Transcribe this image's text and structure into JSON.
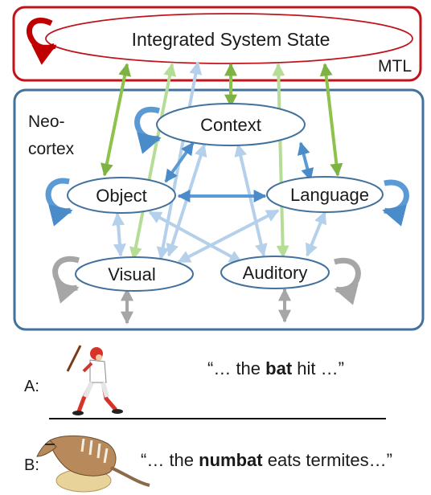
{
  "mtl": {
    "label": "MTL",
    "node": "Integrated System State"
  },
  "neocortex": {
    "label_line1": "Neo-",
    "label_line2": "cortex",
    "nodes": {
      "context": "Context",
      "object": "Object",
      "language": "Language",
      "visual": "Visual",
      "auditory": "Auditory"
    }
  },
  "examples": {
    "a": {
      "marker": "A:",
      "quote_before": "“… the ",
      "quote_bold": "bat",
      "quote_after": " hit …”",
      "picture": "baseball-player-illustration"
    },
    "b": {
      "marker": "B:",
      "quote_before": "“… the ",
      "quote_bold": "numbat",
      "quote_after": " eats termites…”",
      "picture": "numbat-illustration"
    }
  },
  "colors": {
    "mtl_border": "#c0141c",
    "neocortex_border": "#41719c",
    "node_outline": "#41719c",
    "green_arrow": "#8dc34a",
    "light_green_arrow": "#b5dd96",
    "blue_arrow": "#5b9bd5",
    "light_blue_arrow": "#b4d0ea",
    "gray_arrow": "#a6a6a6",
    "red_loop": "#c00000"
  }
}
